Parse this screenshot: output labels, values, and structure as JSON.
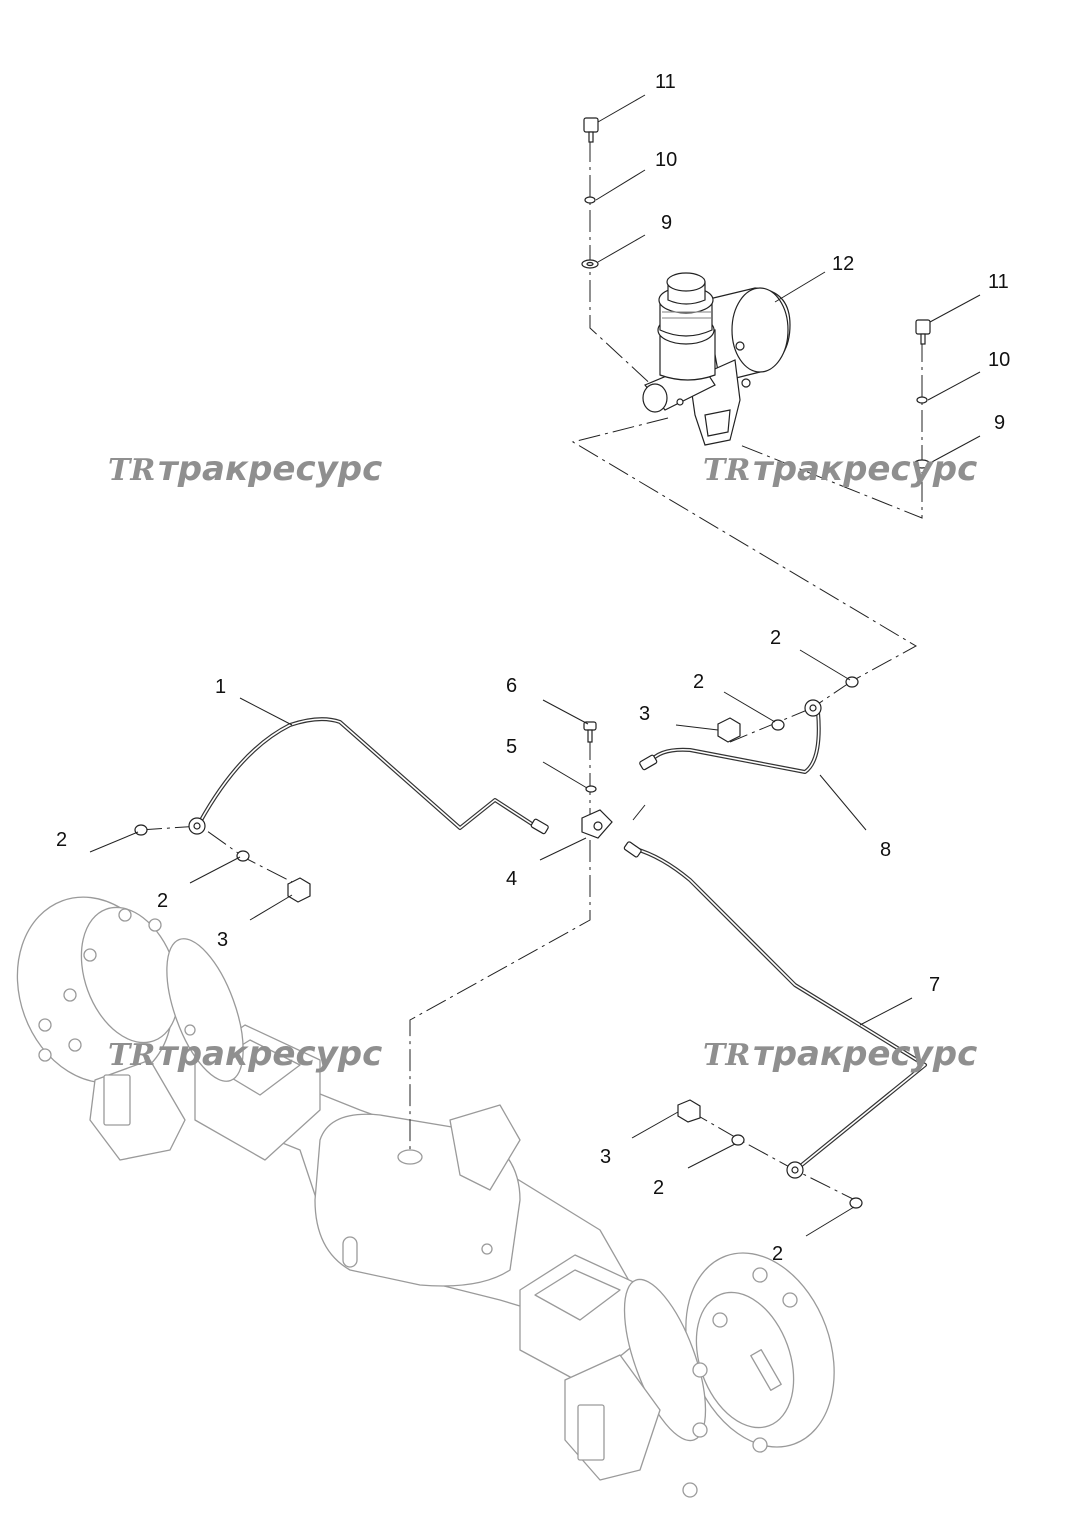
{
  "diagram": {
    "callouts": {
      "c1": "1",
      "c2": "2",
      "c3": "3",
      "c4": "4",
      "c5": "5",
      "c6": "6",
      "c7": "7",
      "c8": "8",
      "c9": "9",
      "c10": "10",
      "c11": "11",
      "c12": "12"
    },
    "watermark": {
      "logo": "TR",
      "text": "тракресурс"
    }
  }
}
